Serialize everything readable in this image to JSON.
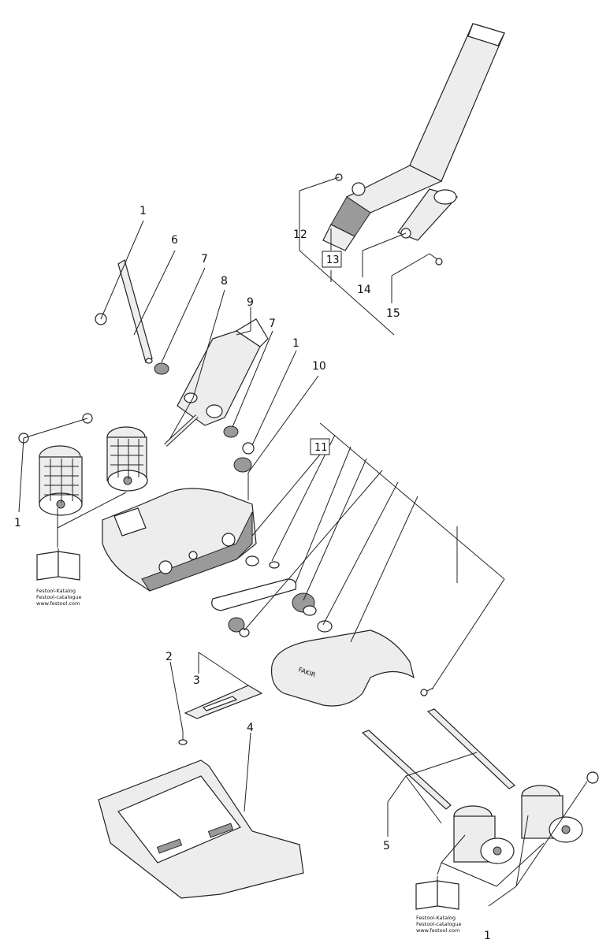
{
  "callouts": [
    "1",
    "1",
    "1",
    "1",
    "2",
    "3",
    "4",
    "5",
    "6",
    "7",
    "7",
    "8",
    "9",
    "10",
    "11",
    "12",
    "13",
    "14",
    "15"
  ],
  "catalog_note": {
    "line1": "Festool-Katalog",
    "line2": "Festool-catalogue",
    "line3": "www.festool.com"
  },
  "housing_brand": "FAKIR",
  "colors": {
    "line": "#222222",
    "part_fill": "#ededed",
    "shade": "#9a9a9a"
  }
}
